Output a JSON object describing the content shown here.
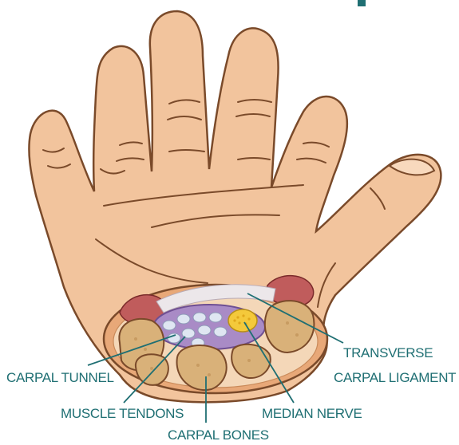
{
  "labels": {
    "carpal_tunnel": "CARPAL TUNNEL",
    "muscle_tendons": "MUSCLE  TENDONS",
    "carpal_bones": "CARPAL BONES",
    "median_nerve": "MEDIAN NERVE",
    "transverse_ligament_line1": "TRANSVERSE",
    "transverse_ligament_line2": "CARPAL LIGAMENT"
  },
  "colors": {
    "skin": "#f2c49d",
    "outline": "#7a4a2a",
    "tunnel": "#a98bc6",
    "tendon": "#dfe6f2",
    "nerve": "#f4c93b",
    "bone": "#d9b179",
    "ligament": "#ece7ea",
    "muscle_red": "#c05c5c",
    "label": "#1f6f73"
  }
}
